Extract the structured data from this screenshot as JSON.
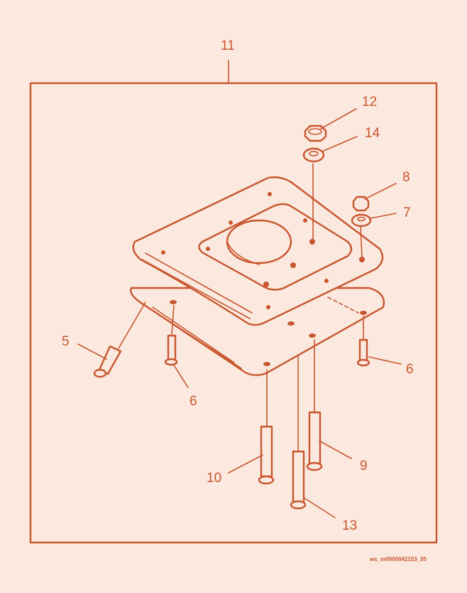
{
  "callouts": {
    "c11": "11",
    "c12": "12",
    "c14": "14",
    "c8": "8",
    "c7": "7",
    "c5": "5",
    "c6a": "6",
    "c6b": "6",
    "c10": "10",
    "c9": "9",
    "c13": "13"
  },
  "figure_id": "ws_m0000042153_05",
  "colors": {
    "line": "#c8562e",
    "background": "#fbe9e0"
  }
}
